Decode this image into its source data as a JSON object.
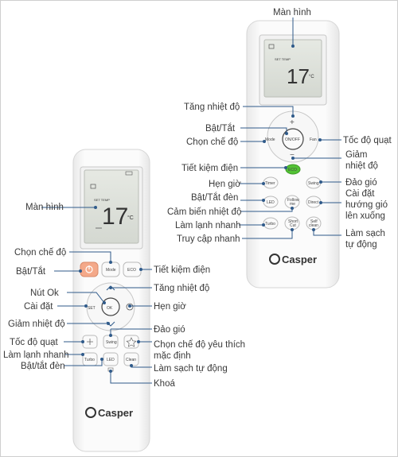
{
  "left_remote": {
    "brand": "Casper",
    "lcd": {
      "mode_text": "SET TEMP",
      "temp": "17",
      "unit": "°C"
    },
    "buttons": {
      "mode": "Mode",
      "eco": "ECO",
      "set": "SET",
      "ok": "OK",
      "swing": "Swing",
      "turbo": "Turbo",
      "led": "LED",
      "clean": "Clean"
    },
    "labels": {
      "screen": "Màn hình",
      "mode_select": "Chọn chế độ",
      "power": "Bật/Tắt",
      "eco": "Tiết kiệm điện",
      "temp_up": "Tăng nhiệt độ",
      "ok": "Nút Ok",
      "setting": "Cài đặt",
      "timer": "Hẹn giờ",
      "temp_down": "Giảm nhiệt độ",
      "swing": "Đảo gió",
      "fan": "Tốc độ quạt",
      "fav_line1": "Chọn chế độ yêu thích",
      "fav_line2": "mặc định",
      "turbo": "Làm lạnh nhanh",
      "self_clean": "Làm sạch tự động",
      "led": "Bật/tắt đèn",
      "lock": "Khoá"
    }
  },
  "right_remote": {
    "brand": "Casper",
    "lcd": {
      "mode_text": "SET TEMP",
      "temp": "17",
      "unit": "°C"
    },
    "buttons": {
      "on_off": "ON/OFF",
      "mode": "Mode",
      "fan": "Fan",
      "eco": "ECO",
      "timer": "Timer",
      "swing": "Swing",
      "led": "LED",
      "follow_me_1": "Follow",
      "follow_me_2": "me",
      "direct": "Direct",
      "turbo": "Turbo",
      "short_cut_1": "Short",
      "short_cut_2": "Cut",
      "self_clean_1": "Self",
      "self_clean_2": "clean"
    },
    "labels": {
      "screen": "Màn hình",
      "temp_up": "Tăng nhiệt độ",
      "power": "Bật/Tắt",
      "mode_select": "Chọn chế độ",
      "fan": "Tốc độ quạt",
      "temp_down_1": "Giảm",
      "temp_down_2": "nhiệt độ",
      "eco": "Tiết kiệm điện",
      "timer": "Hẹn giờ",
      "swing": "Đảo gió",
      "led": "Bật/Tắt đèn",
      "direct_1": "Cài đặt",
      "direct_2": "hướng gió",
      "direct_3": "lên xuống",
      "follow_me": "Cảm biến nhiệt độ",
      "turbo": "Làm lạnh nhanh",
      "short_cut": "Truy cập nhanh",
      "self_clean_1": "Làm sạch",
      "self_clean_2": "tự động"
    }
  }
}
